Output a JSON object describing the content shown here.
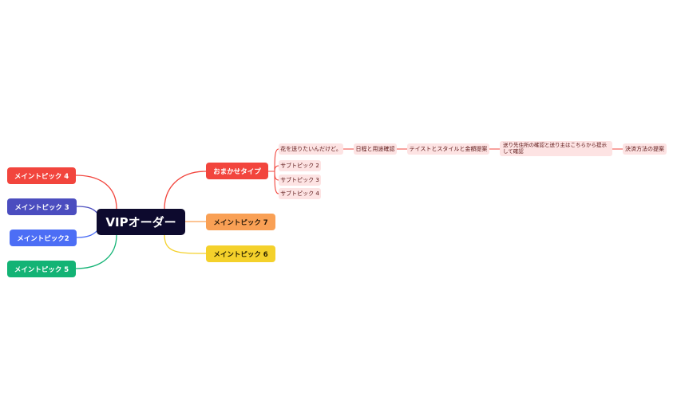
{
  "root": {
    "label": "VIPオーダー"
  },
  "main_topics": {
    "omakase": "おまかせタイプ",
    "topic7": "メイントピック 7",
    "topic6": "メイントピック 6",
    "topic4": "メイントピック 4",
    "topic3": "メイントピック 3",
    "topic2": "メイントピック2",
    "topic5": "メイントピック 5"
  },
  "omakase_children": {
    "flower": "花を送りたいんだけど。",
    "subtopic2": "サブトピック 2",
    "subtopic3": "サブトピック 3",
    "subtopic4": "サブトピック 4"
  },
  "chain": {
    "schedule": "日程と用途確認",
    "taste": "テイストとスタイルと金額提案",
    "address": "送り先住所の確認と送り主はこちらから提示して確認",
    "payment": "決済方法の提案"
  },
  "colors": {
    "red": "#f2453d",
    "indigo": "#4b4dbf",
    "blue": "#4c6ef5",
    "green": "#13b375",
    "orange": "#f9a055",
    "yellow": "#f4d12b",
    "root": "#0d0a2e",
    "subtopic_bg": "#fde3e3"
  }
}
